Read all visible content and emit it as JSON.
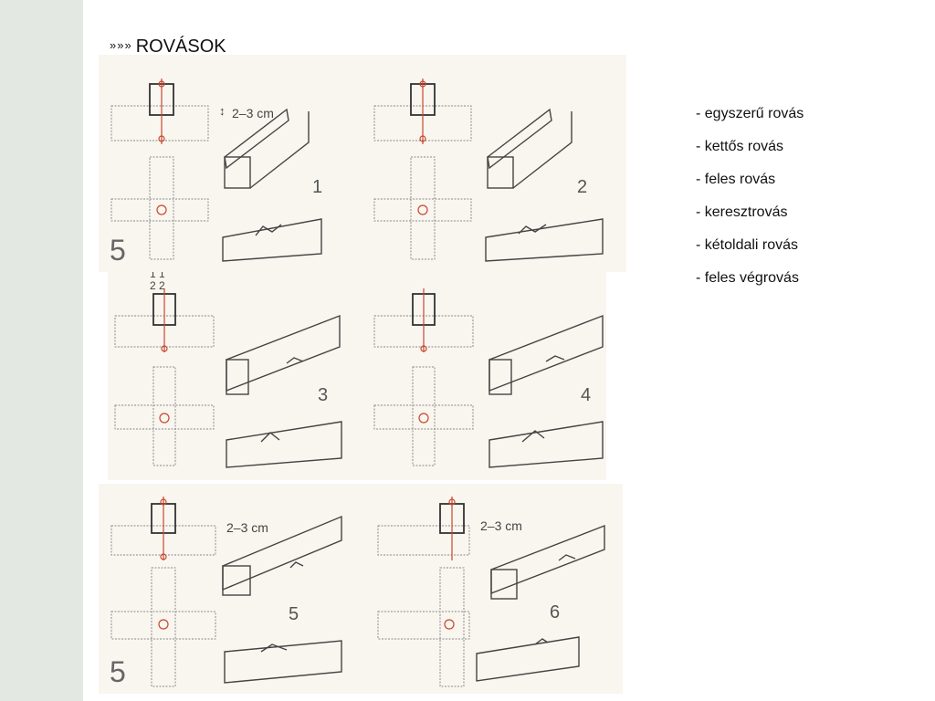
{
  "slide": {
    "bullet": "»»»",
    "title": "ROVÁSOK"
  },
  "items": [
    "- egyszerű rovás",
    "- kettős rovás",
    "- feles rovás",
    "- keresztrovás",
    "- kétoldali rovás",
    "- feles végrovás"
  ],
  "figures": {
    "plate_number": "5",
    "dim_label": "2–3 cm",
    "spacing_top": "1 1",
    "spacing_bottom": "2 2",
    "numbers": [
      "1",
      "2",
      "3",
      "4",
      "5",
      "6"
    ]
  },
  "colors": {
    "background": "#ffffff",
    "left_band": "#e3e8e3",
    "paper": "#f9f6ef",
    "marker": "#c8462e"
  }
}
